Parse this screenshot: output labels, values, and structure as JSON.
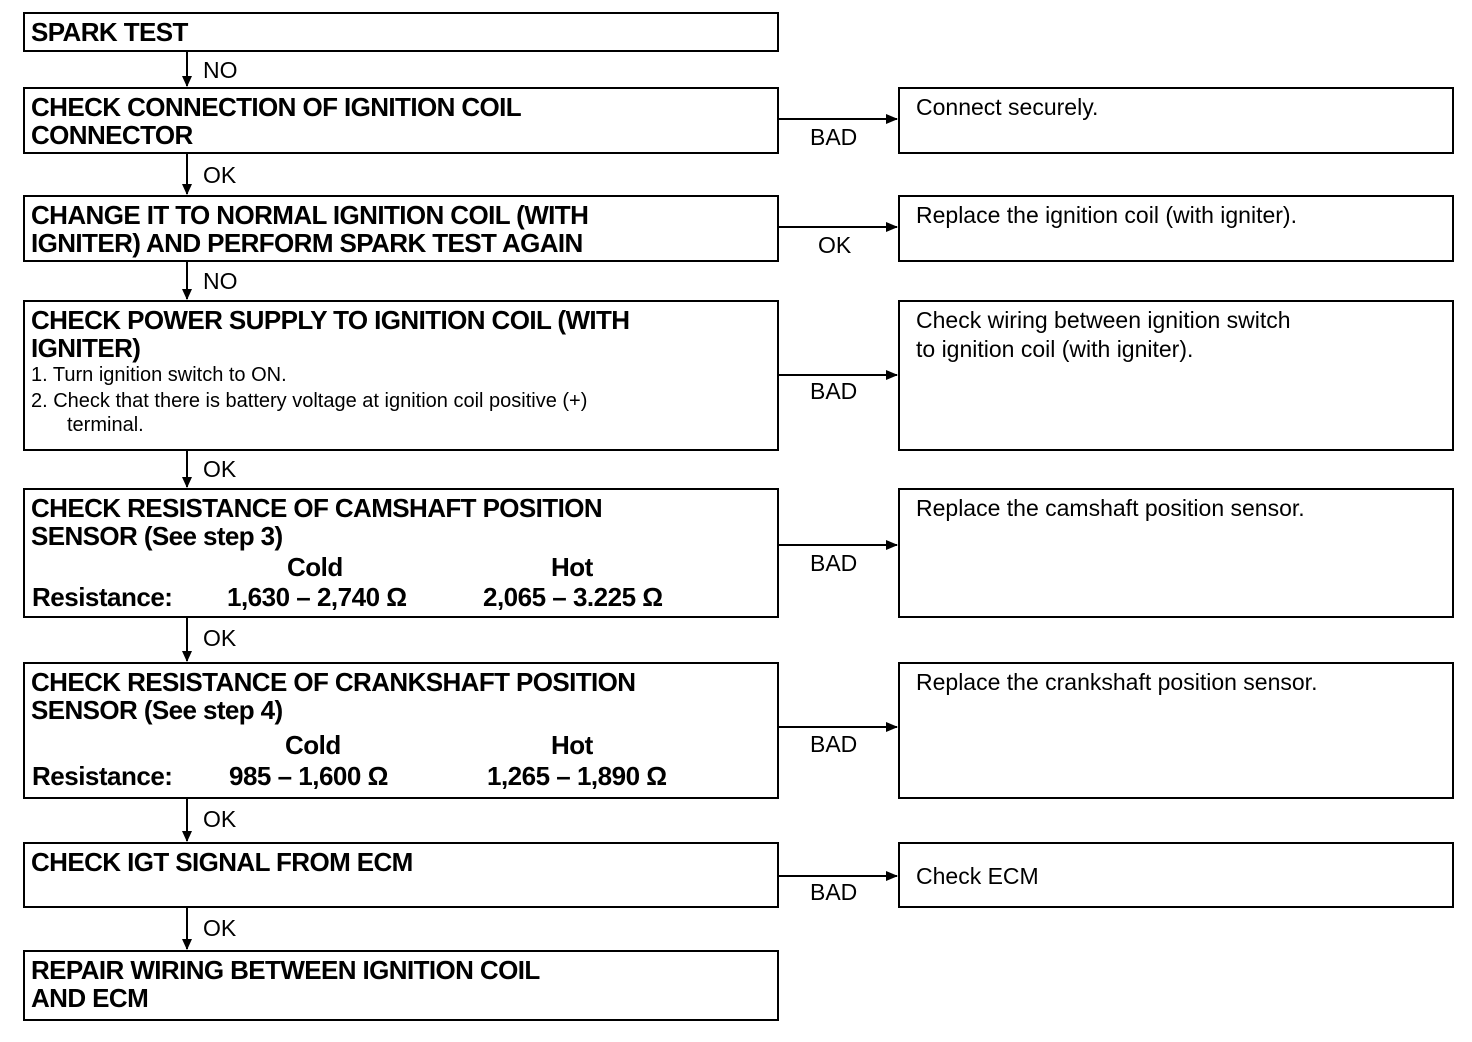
{
  "steps": [
    {
      "title": "SPARK TEST"
    },
    {
      "title": "CHECK CONNECTION OF IGNITION COIL\nCONNECTOR",
      "bad_label": "BAD",
      "action": "Connect securely."
    },
    {
      "title": "CHANGE IT TO NORMAL IGNITION COIL (WITH\nIGNITER) AND PERFORM SPARK TEST AGAIN",
      "bad_label": "OK",
      "action": "Replace the ignition coil (with igniter)."
    },
    {
      "title": "CHECK POWER SUPPLY TO IGNITION COIL (WITH\nIGNITER)",
      "sub1": "1. Turn ignition switch to ON.",
      "sub2": "2. Check that there is battery voltage at ignition coil positive (+)",
      "sub2b": "terminal.",
      "bad_label": "BAD",
      "action": "Check wiring between ignition switch\nto ignition coil (with igniter)."
    },
    {
      "title": "CHECK RESISTANCE OF CAMSHAFT POSITION\nSENSOR (See step 3)",
      "cold_label": "Cold",
      "hot_label": "Hot",
      "res_label": "Resistance:",
      "cold": "1,630 – 2,740 Ω",
      "hot": "2,065 – 3.225 Ω",
      "bad_label": "BAD",
      "action": "Replace the camshaft position sensor."
    },
    {
      "title": "CHECK RESISTANCE OF CRANKSHAFT POSITION\nSENSOR (See step 4)",
      "cold_label": "Cold",
      "hot_label": "Hot",
      "res_label": "Resistance:",
      "cold": "985 – 1,600 Ω",
      "hot": "1,265 – 1,890 Ω",
      "bad_label": "BAD",
      "action": "Replace the crankshaft position sensor."
    },
    {
      "title": "CHECK IGT SIGNAL FROM ECM",
      "bad_label": "BAD",
      "action": "Check ECM"
    },
    {
      "title": "REPAIR WIRING BETWEEN IGNITION COIL\nAND ECM"
    }
  ],
  "down_labels": [
    "NO",
    "OK",
    "NO",
    "OK",
    "OK",
    "OK",
    "OK"
  ]
}
